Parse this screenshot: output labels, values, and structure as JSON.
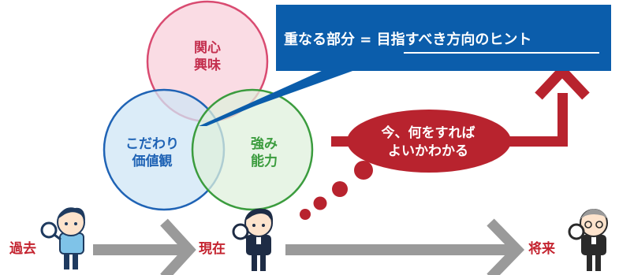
{
  "circles": {
    "interest": {
      "line1": "関心",
      "line2": "興味",
      "fill": "#f9d6df",
      "stroke": "#d94b71"
    },
    "values": {
      "line1": "こだわり",
      "line2": "価値観",
      "fill": "#cfe6f5",
      "stroke": "#1f63b5"
    },
    "strength": {
      "line1": "強み",
      "line2": "能力",
      "fill": "#dff0dc",
      "stroke": "#3b9c3e"
    }
  },
  "callout": {
    "prefix": "重なる部分 = ",
    "emphasis": "目指すべき方向のヒント",
    "color": "#0b5dab"
  },
  "speech_bubble": {
    "line1": "今、何をすれば",
    "line2": "よいかわかる",
    "color": "#b8232e"
  },
  "timeline": {
    "past": "過去",
    "present": "現在",
    "future": "将来",
    "arrow_color": "#9a9a9a"
  },
  "icons": {
    "child": "child-magnifier-icon",
    "student": "student-magnifier-icon",
    "elder": "elder-magnifier-icon"
  }
}
